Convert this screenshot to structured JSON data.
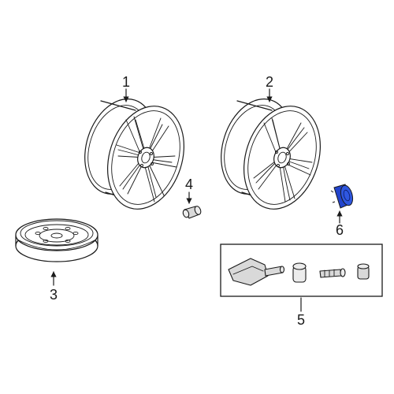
{
  "diagram": {
    "callouts": [
      {
        "id": "1",
        "label": "1"
      },
      {
        "id": "2",
        "label": "2"
      },
      {
        "id": "3",
        "label": "3"
      },
      {
        "id": "4",
        "label": "4"
      },
      {
        "id": "5",
        "label": "5"
      },
      {
        "id": "6",
        "label": "6"
      }
    ],
    "colors": {
      "line": "#1a1a1a",
      "highlight": "#2244cc",
      "fill_gray": "#d9d9d9"
    }
  }
}
